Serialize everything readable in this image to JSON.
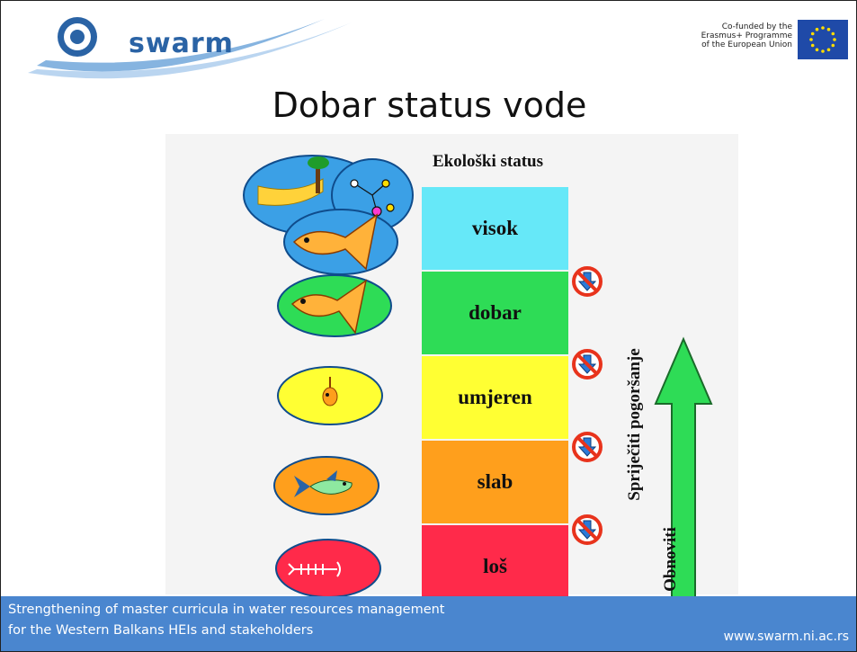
{
  "header": {
    "logo_text": "swarm",
    "eu_text": "Co-funded by the\nErasmus+ Programme\nof the European Union"
  },
  "title": "Dobar status vode",
  "diagram": {
    "heading": "Ekološki status",
    "levels": [
      {
        "label": "visok",
        "color": "#66e8f8"
      },
      {
        "label": "dobar",
        "color": "#2edc56"
      },
      {
        "label": "umjeren",
        "color": "#ffff33"
      },
      {
        "label": "slab",
        "color": "#ff9f1c"
      },
      {
        "label": "loš",
        "color": "#ff2a4a"
      }
    ],
    "prevent_label": "Spriječiti pogoršanje",
    "restore_label": "Obnoviti"
  },
  "footer": {
    "line": "Strengthening of master curricula in water resources  management\nfor the Western  Balkans HEIs and stakeholders",
    "url": "www.swarm.ni.ac.rs"
  }
}
